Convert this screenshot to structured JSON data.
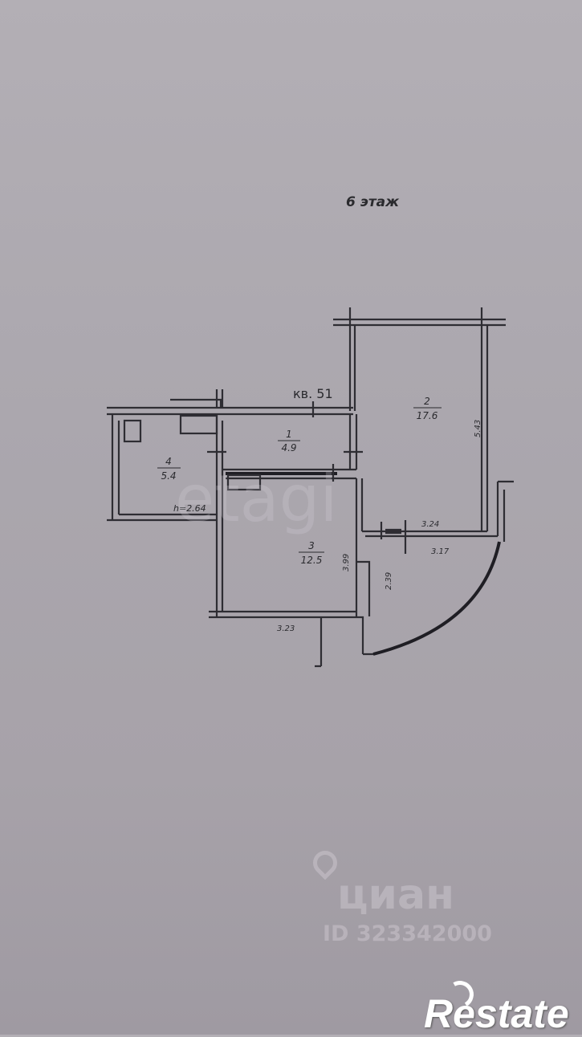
{
  "floor_title": "6 этаж",
  "apartment_label": "кв. 51",
  "rooms": [
    {
      "number": "1",
      "area": "4.9"
    },
    {
      "number": "2",
      "area": "17.6"
    },
    {
      "number": "3",
      "area": "12.5"
    },
    {
      "number": "4",
      "area": "5.4"
    }
  ],
  "ceiling_height": "h=2.64",
  "dimensions": {
    "d1": "5.43",
    "d2": "3.24",
    "d3": "3.17",
    "d4": "3.99",
    "d5": "2.39",
    "d6": "3.23"
  },
  "watermarks": {
    "etagi": "etagi",
    "cian": "циан",
    "cian_id": "ID 323342000",
    "restate": "Restate"
  }
}
